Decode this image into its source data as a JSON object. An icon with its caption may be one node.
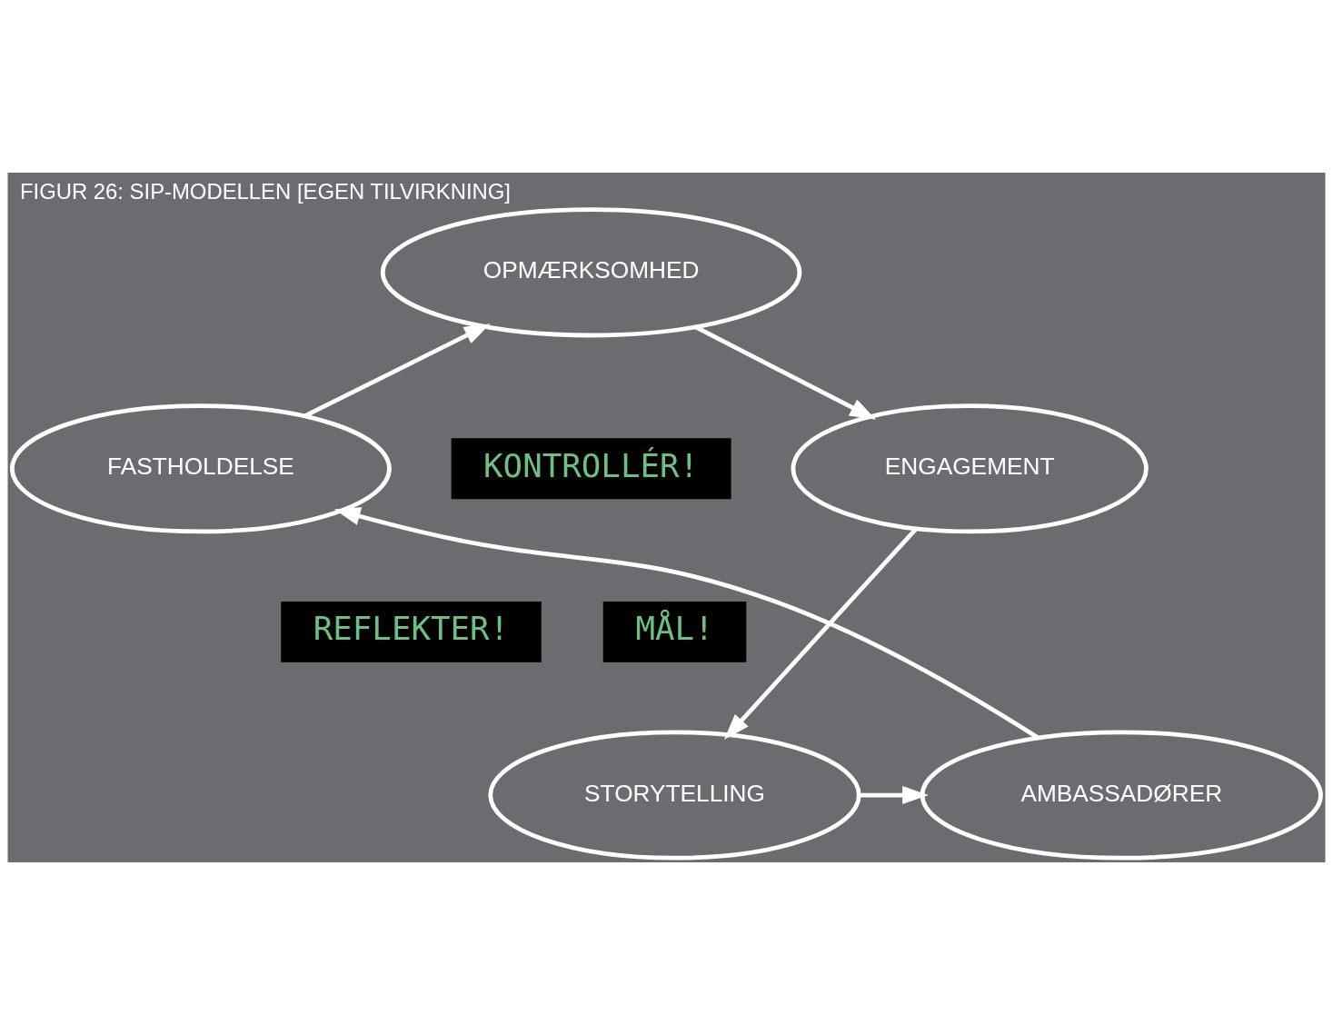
{
  "diagram": {
    "title": "FIGUR 26: SIP-MODELLEN [EGEN TILVIRKNING]",
    "nodes": [
      {
        "text": [
          "OPMÆRKSOMHED"
        ]
      },
      {
        "text": [
          "FASTHOLDELSE"
        ]
      },
      {
        "text": [
          "KONTROLLÉR!"
        ]
      },
      {
        "text": [
          "ENGAGEMENT"
        ]
      },
      {
        "text": [
          "REFLEKTER!"
        ]
      },
      {
        "text": [
          "MÅL!"
        ]
      },
      {
        "text": [
          "AMBASSADØRER"
        ]
      },
      {
        "text": [
          "STORYTELLING"
        ]
      }
    ],
    "edges": [
      {
        "from": 1,
        "to": 0,
        "arrow": "to"
      },
      {
        "from": 0,
        "to": 3,
        "arrow": "to"
      },
      {
        "from": 3,
        "to": 7,
        "arrow": "to"
      },
      {
        "from": 7,
        "to": 6,
        "arrow": "to"
      },
      {
        "from": 6,
        "to": 1,
        "arrow": "to"
      }
    ]
  }
}
